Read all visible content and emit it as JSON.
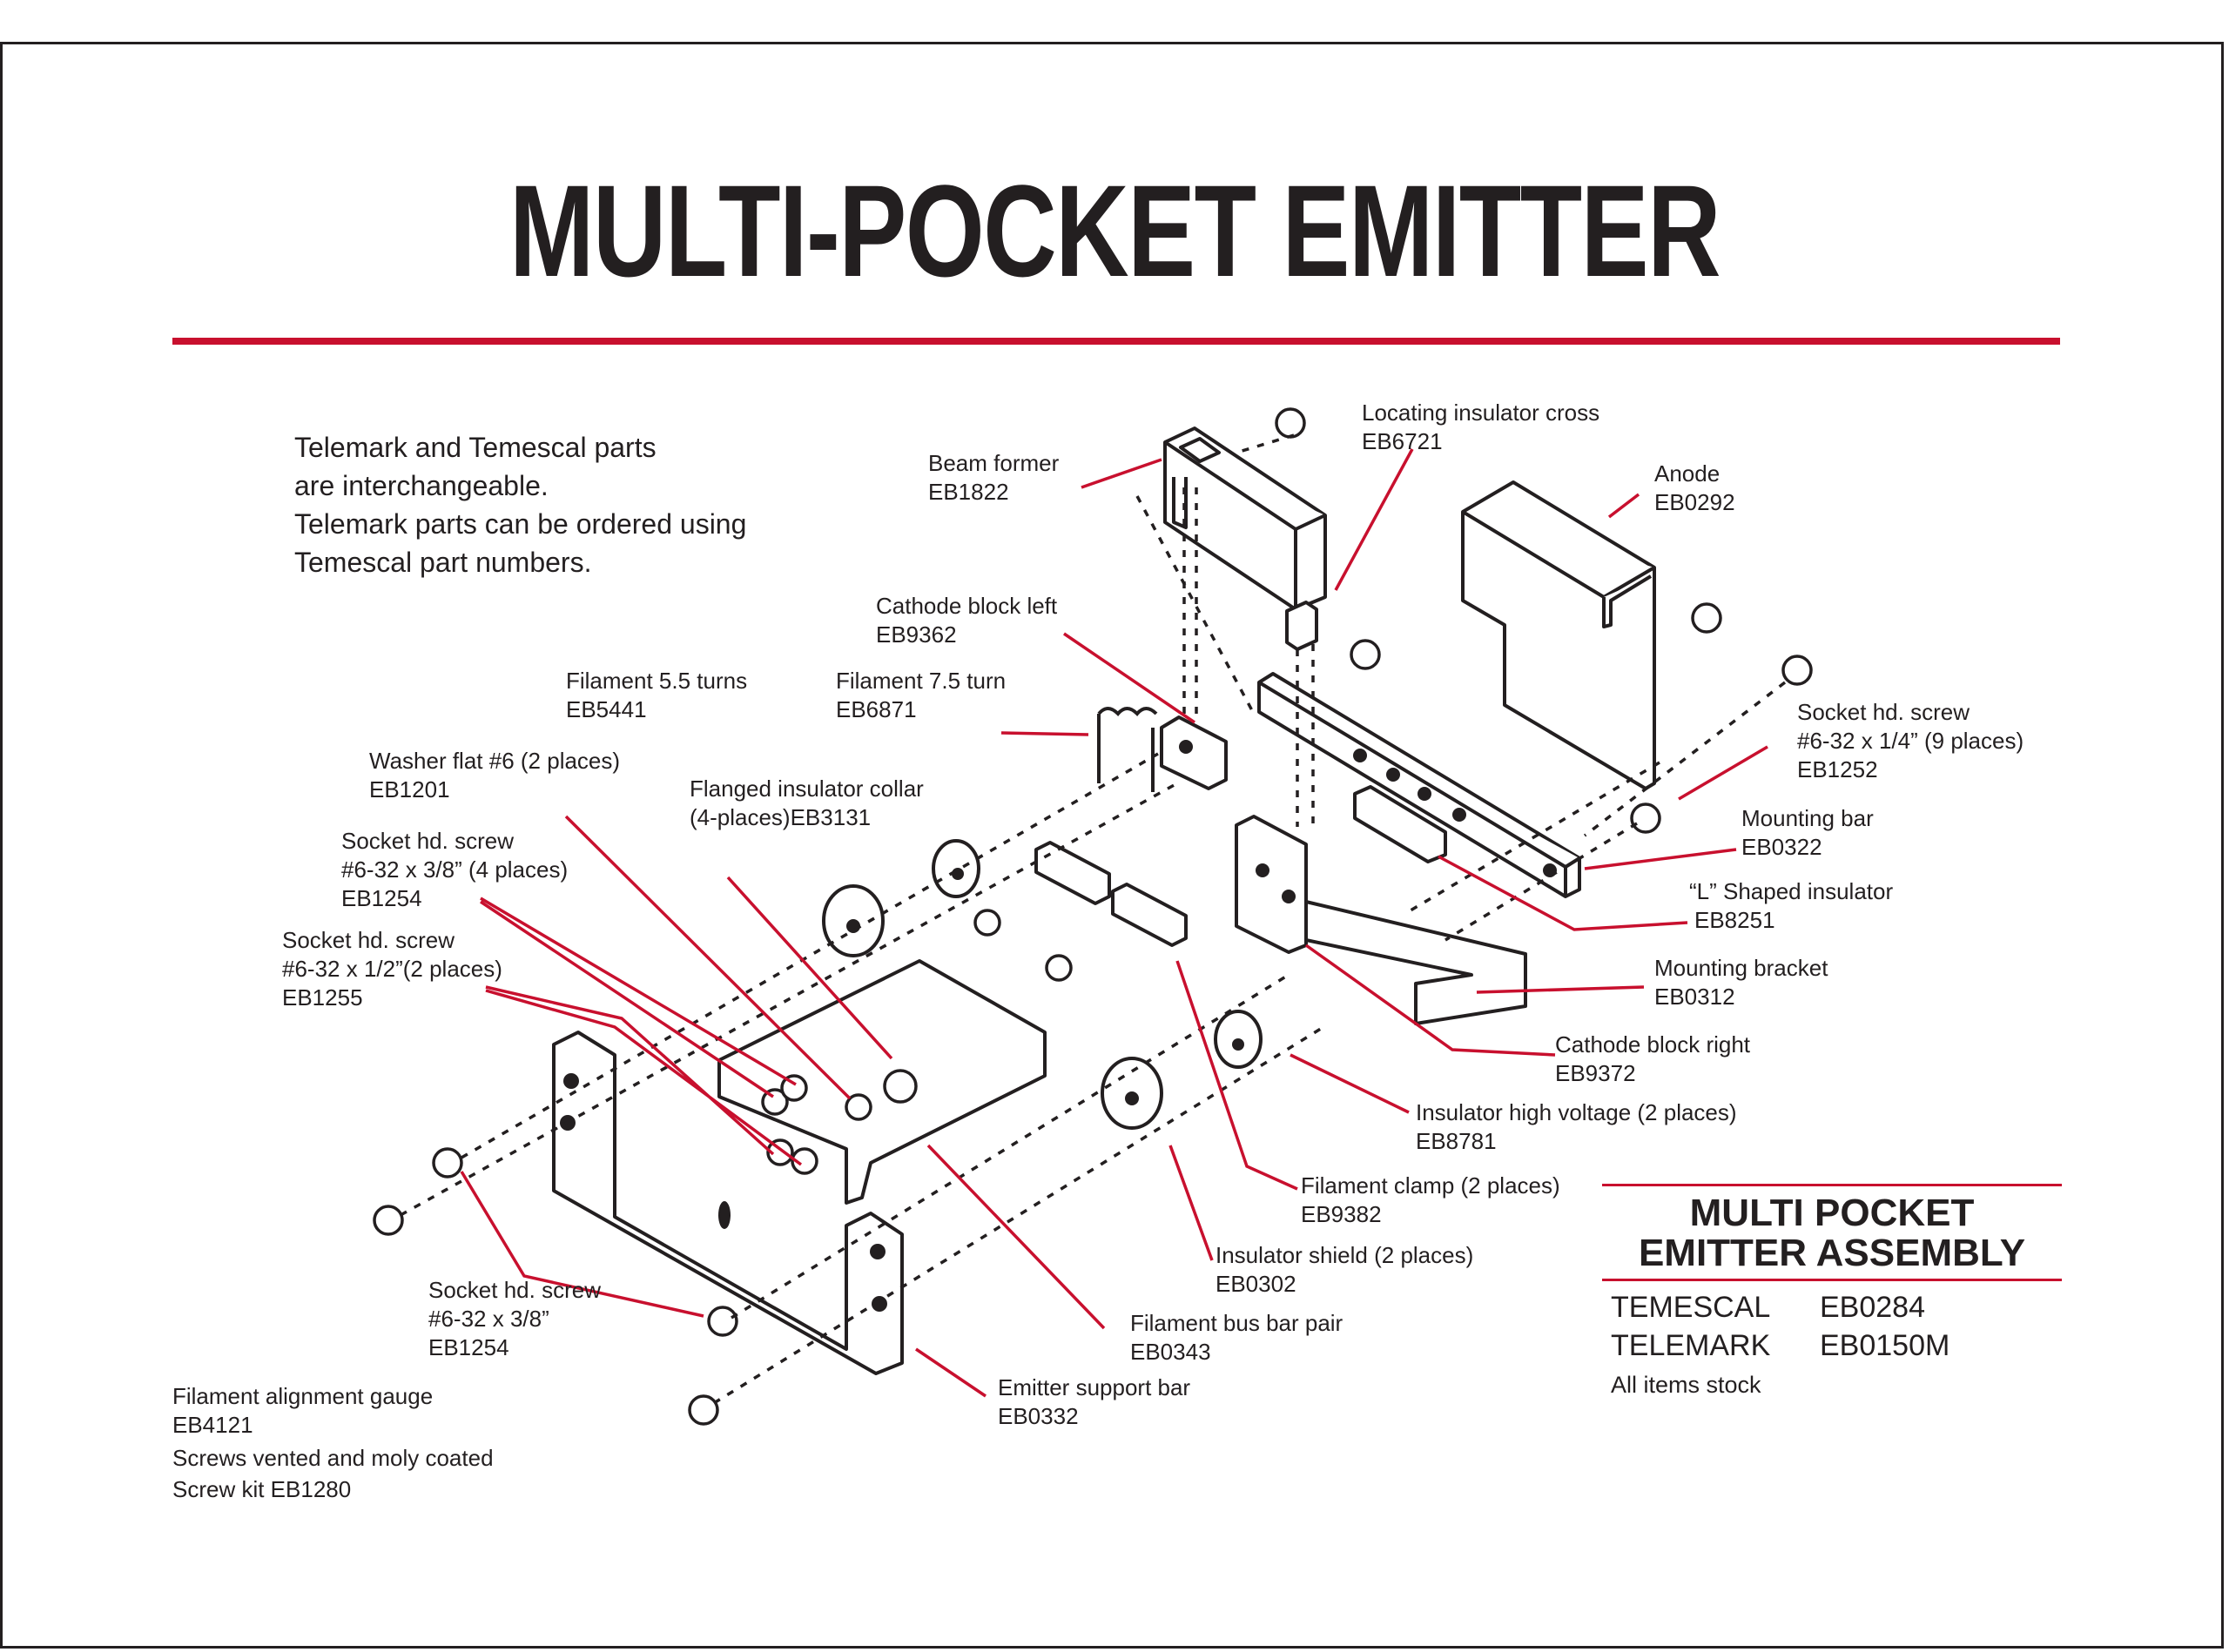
{
  "title": "MULTI-POCKET EMITTER",
  "accent_color": "#c8102e",
  "intro_lines": [
    "Telemark and Temescal parts",
    "are interchangeable.",
    "Telemark parts can be ordered using",
    "Temescal part numbers."
  ],
  "parts": [
    {
      "name": "Locating insulator cross",
      "pn": "EB6721"
    },
    {
      "name": "Beam former",
      "pn": "EB1822"
    },
    {
      "name": "Anode",
      "pn": "EB0292"
    },
    {
      "name": "Cathode block left",
      "pn": "EB9362"
    },
    {
      "name": "Filament 5.5 turns",
      "pn": "EB5441"
    },
    {
      "name": "Filament 7.5 turn",
      "pn": "EB6871"
    },
    {
      "name": "Socket hd. screw",
      "spec": "#6-32 x 1/4” (9 places)",
      "pn": "EB1252"
    },
    {
      "name": "Washer flat #6 (2 places)",
      "pn": "EB1201"
    },
    {
      "name": "Flanged insulator collar",
      "pn": "(4-places)EB3131"
    },
    {
      "name": "Mounting bar",
      "pn": "EB0322"
    },
    {
      "name": "Socket hd. screw",
      "spec": "#6-32 x 3/8” (4 places)",
      "pn": "EB1254"
    },
    {
      "name": "“L” Shaped insulator",
      "pn": "EB8251"
    },
    {
      "name": "Socket hd. screw",
      "spec": "#6-32 x 1/2”(2 places)",
      "pn": "EB1255"
    },
    {
      "name": "Mounting bracket",
      "pn": "EB0312"
    },
    {
      "name": "Cathode block right",
      "pn": "EB9372"
    },
    {
      "name": "Insulator high voltage (2 places)",
      "pn": "EB8781"
    },
    {
      "name": "Filament clamp (2 places)",
      "pn": "EB9382"
    },
    {
      "name": "Insulator shield (2 places)",
      "pn": "EB0302"
    },
    {
      "name": "Socket hd. screw",
      "spec": "#6-32 x 3/8”",
      "pn": "EB1254"
    },
    {
      "name": "Filament bus bar pair",
      "pn": "EB0343"
    },
    {
      "name": "Emitter support bar",
      "pn": "EB0332"
    }
  ],
  "footnotes": {
    "gauge_name": "Filament alignment gauge",
    "gauge_pn": "EB4121",
    "screws_note": "Screws vented and moly coated",
    "kit_note": "Screw kit EB1280"
  },
  "assembly": {
    "heading_line1": "MULTI POCKET",
    "heading_line2": "EMITTER ASSEMBLY",
    "rows": [
      {
        "brand": "TEMESCAL",
        "pn": "EB0284"
      },
      {
        "brand": "TELEMARK",
        "pn": "EB0150M"
      }
    ],
    "note": "All items stock"
  }
}
